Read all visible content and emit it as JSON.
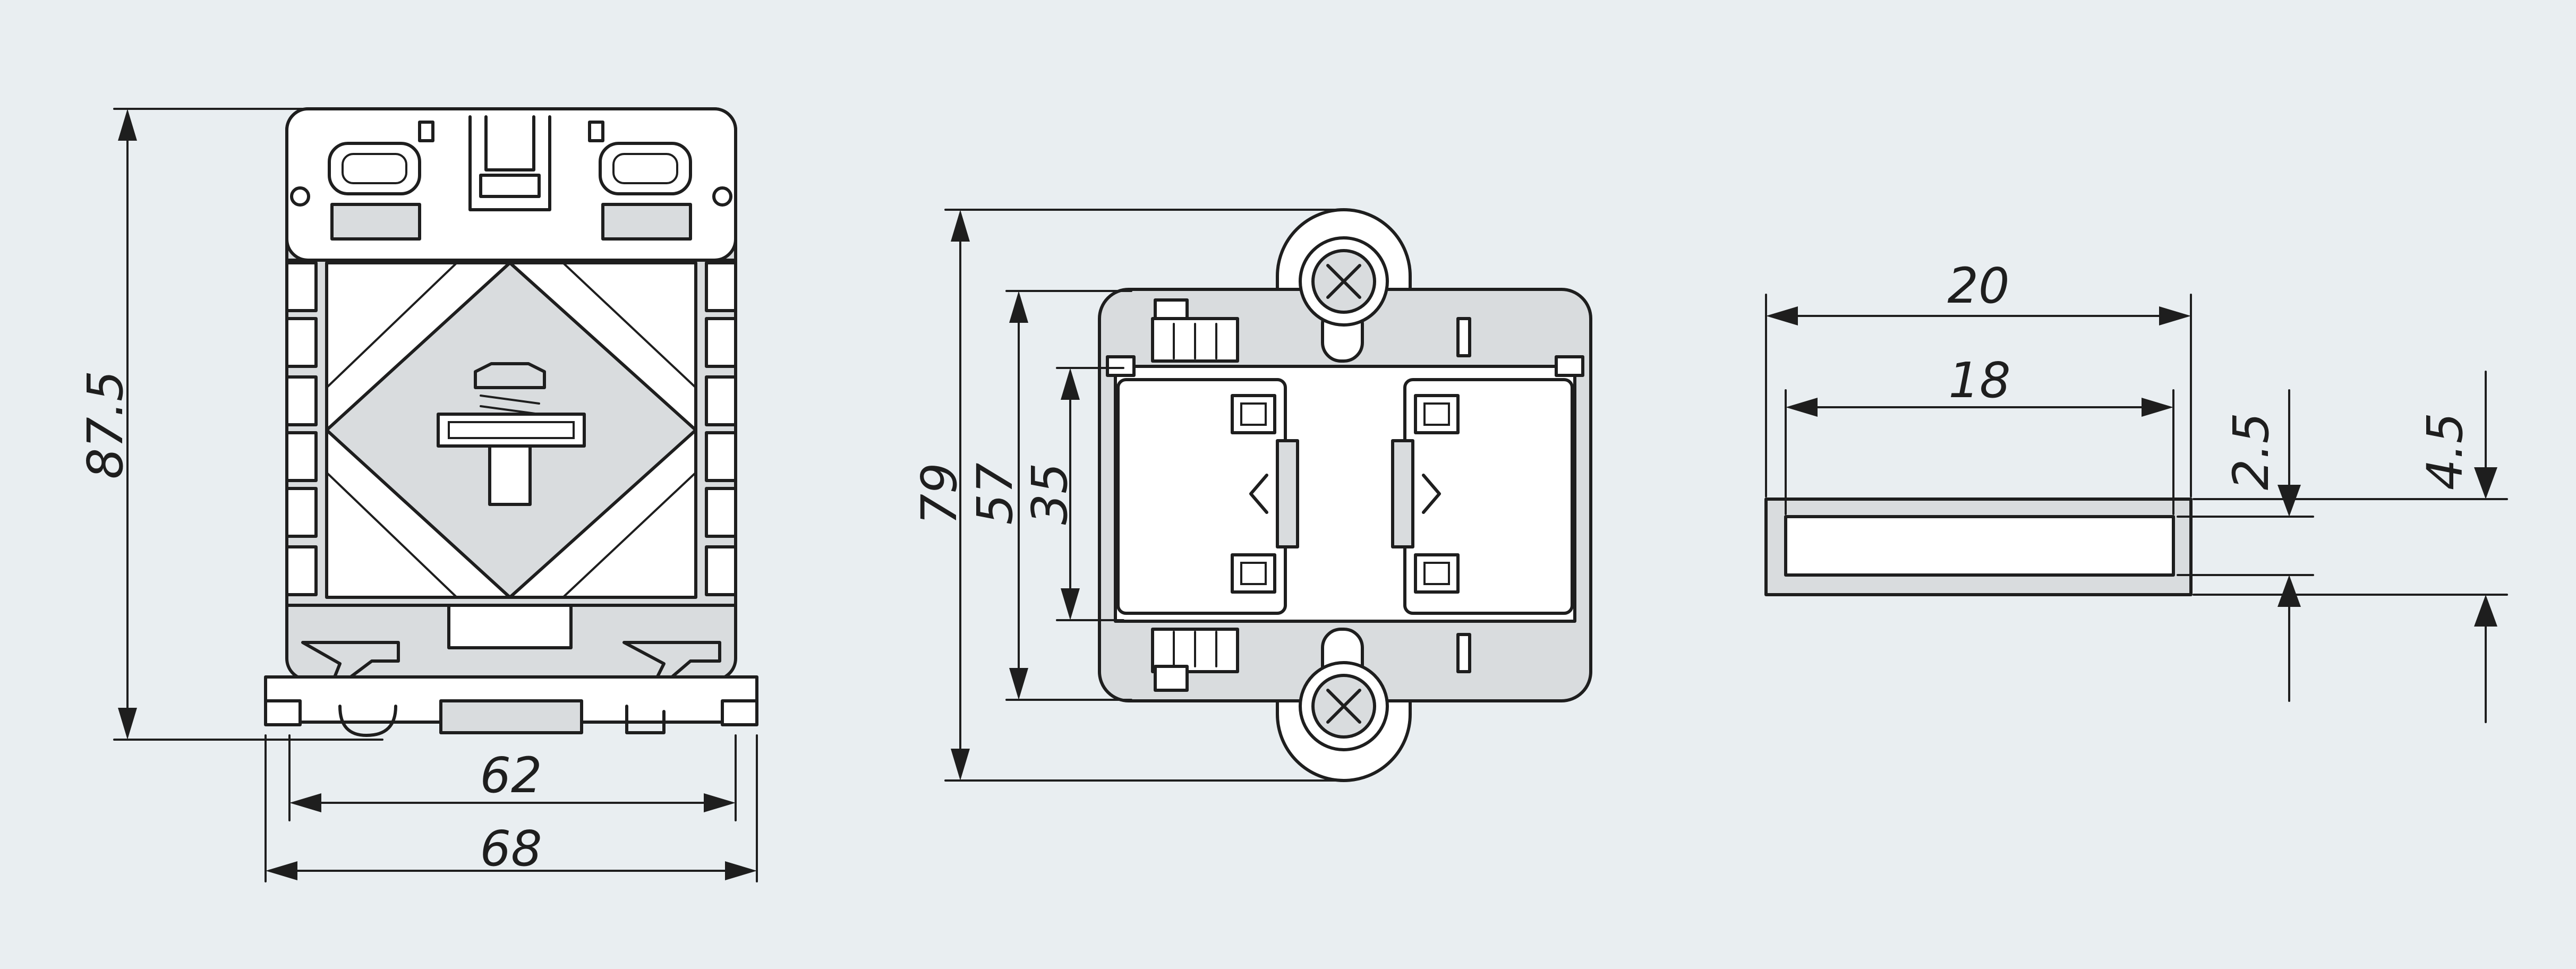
{
  "dimensions": {
    "front_height": "87.5",
    "front_inner_width": "62",
    "front_outer_width": "68",
    "side_height_outer": "79",
    "side_height_middle": "57",
    "side_height_inner": "35",
    "bar_outer_width": "20",
    "bar_inner_width": "18",
    "bar_inner_thickness": "2.5",
    "bar_outer_thickness": "4.5"
  },
  "colors": {
    "background": "#e9eef1",
    "line": "#1e1e1e",
    "fill_light": "#ffffff",
    "fill_grey": "#d9dcde"
  }
}
